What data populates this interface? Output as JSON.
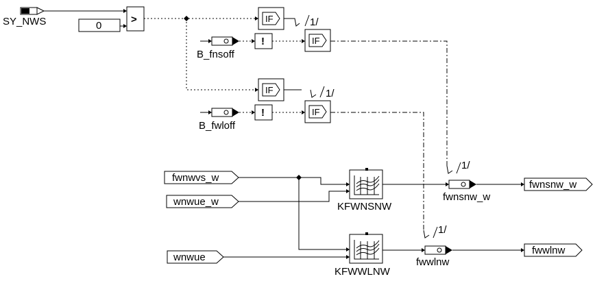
{
  "inputs": {
    "sy_nws": "SY_NWS",
    "const_zero": "0",
    "b_fnsoff": "B_fnsoff",
    "b_fwloff": "B_fwloff",
    "fwnwvs_w": "fwnwvs_w",
    "wnwue_w": "wnwue_w",
    "wnwue": "wnwue"
  },
  "outputs": {
    "fwnsnw_w": "fwnsnw_w",
    "fwwlnw": "fwwlnw"
  },
  "blocks": {
    "compare_op": ">",
    "if_label": "IF",
    "not_op": "!",
    "kfwnsnw": "KFWNSNW",
    "kfwwlnw": "KFWWLNW"
  },
  "signals": {
    "fwnsnw_w": "fwnsnw_w",
    "fwwlnw": "fwwlnw"
  },
  "markers": {
    "one": "1/"
  }
}
